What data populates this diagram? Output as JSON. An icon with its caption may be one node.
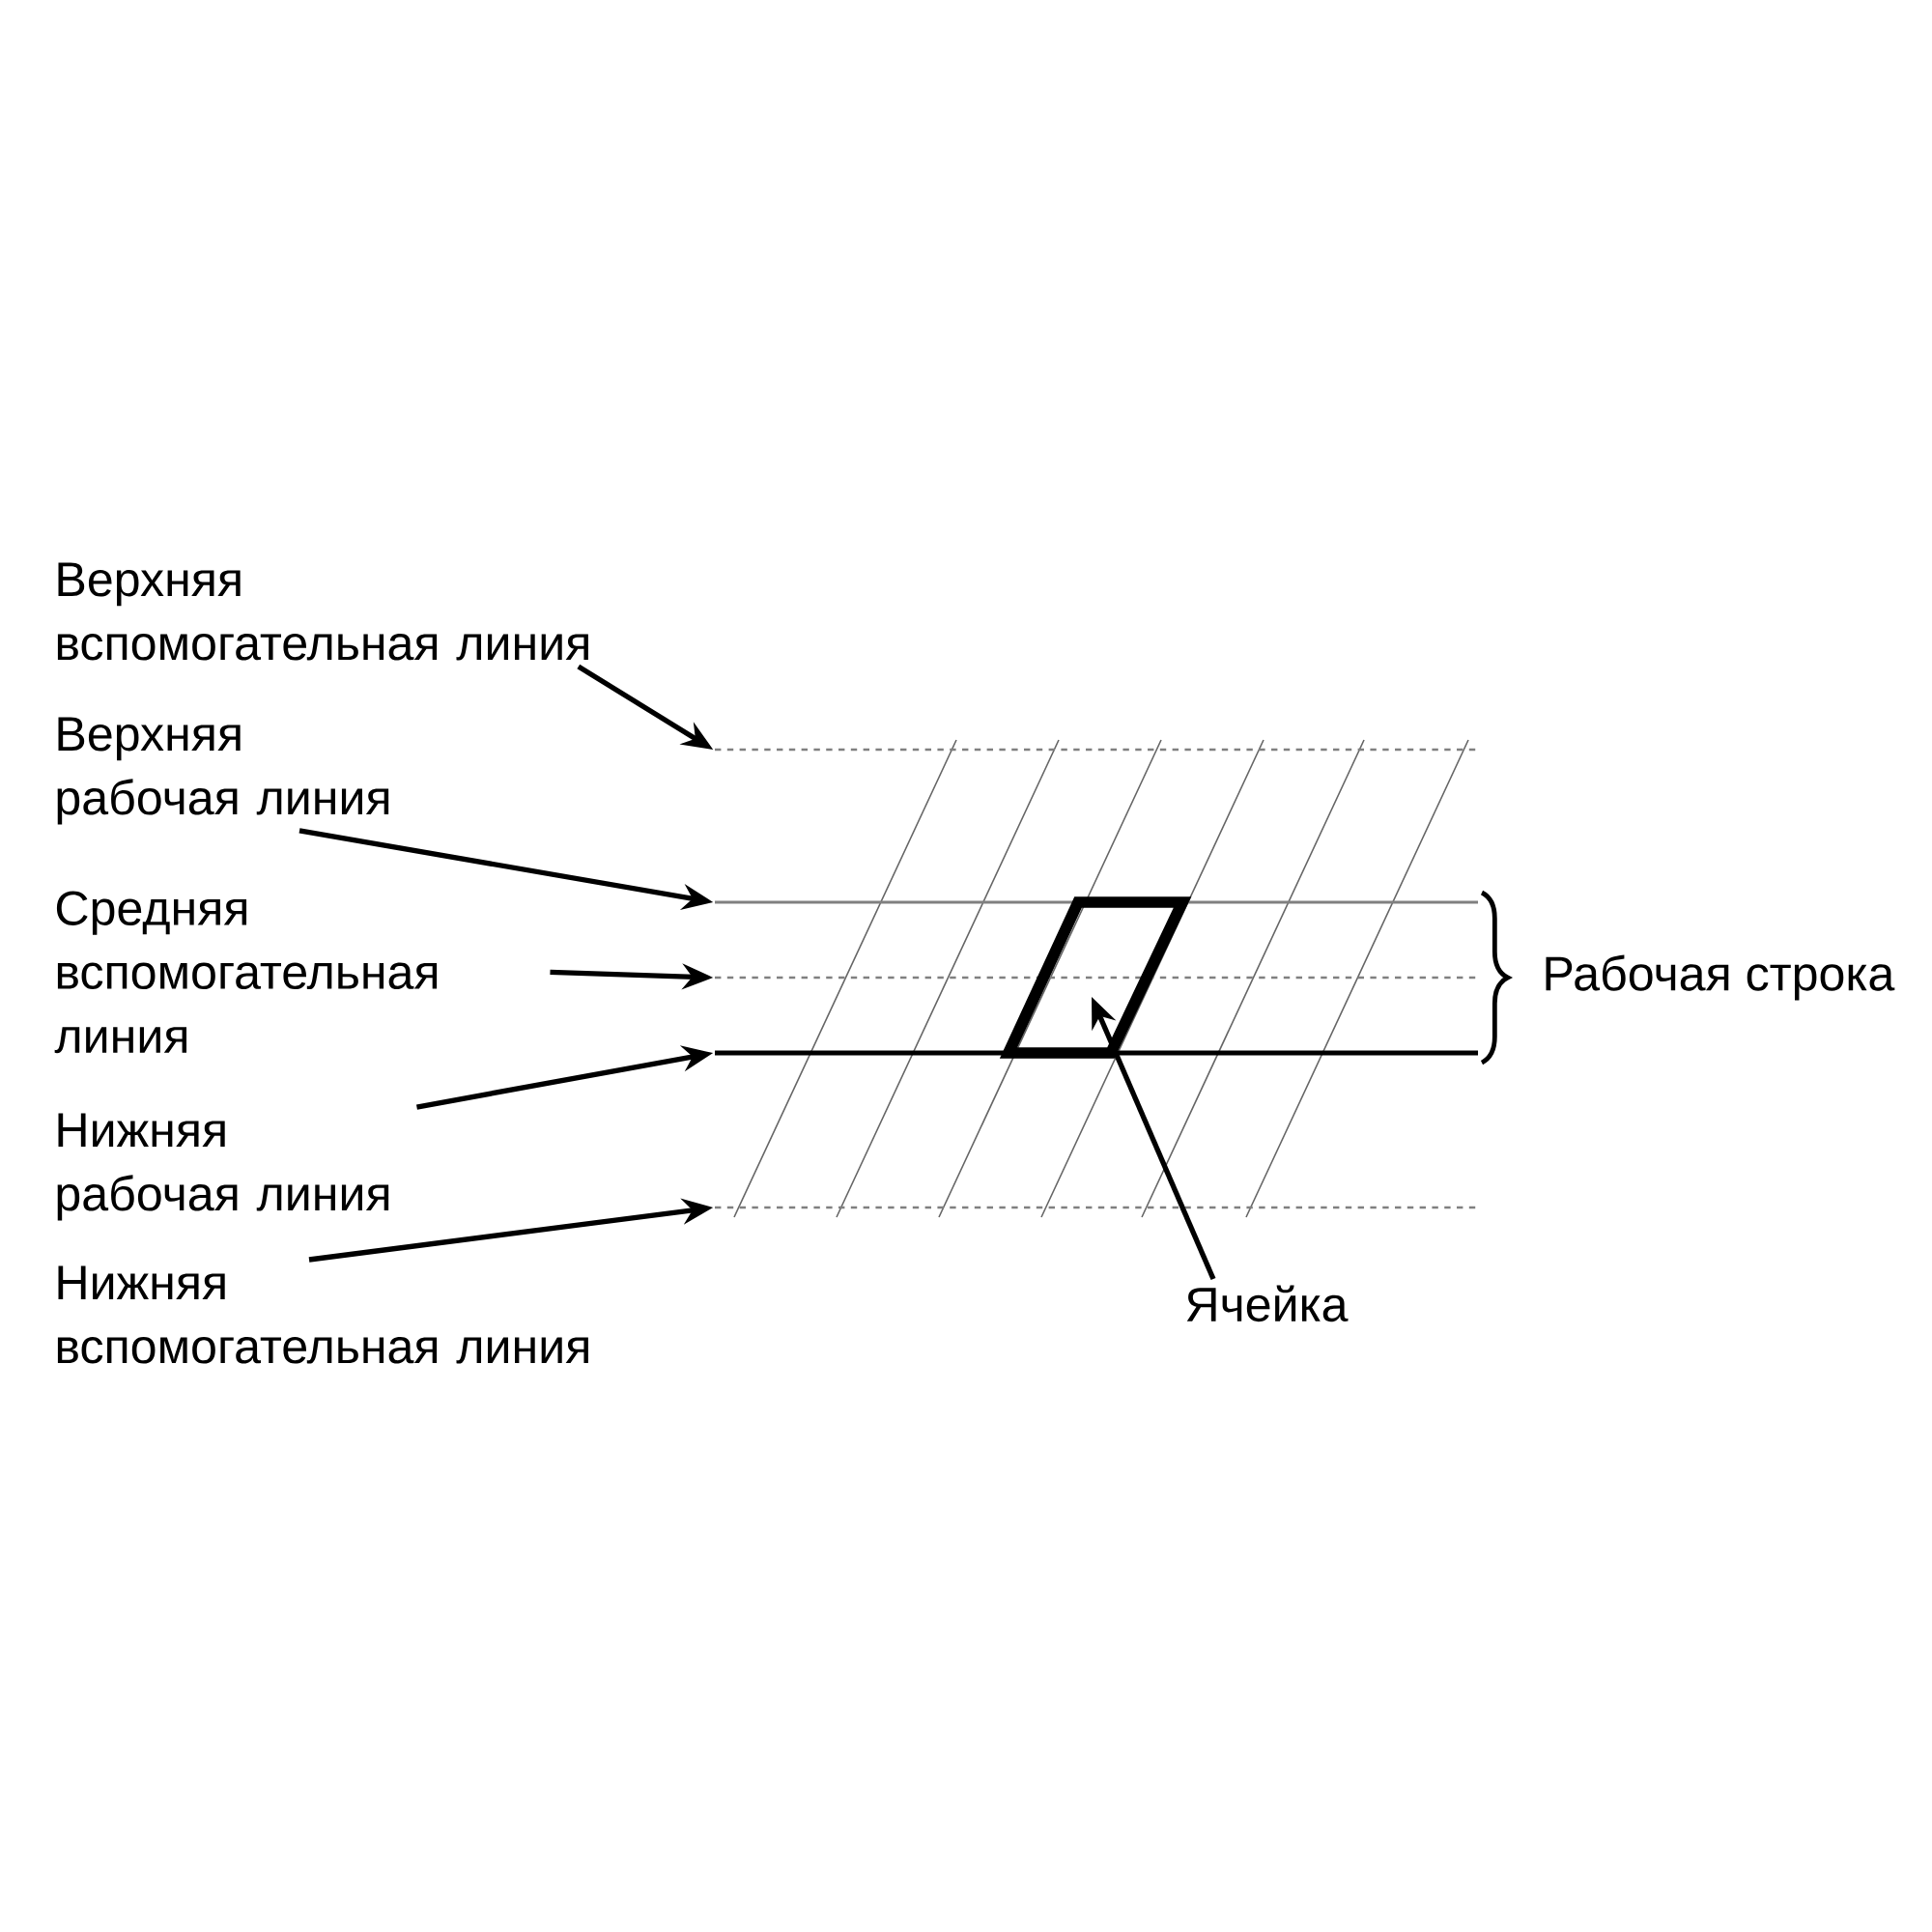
{
  "diagram": {
    "nodes": [
      {
        "text": [
          "Верхняя вспомогательная линия"
        ]
      },
      {
        "text": [
          "Верхняя рабочая линия"
        ]
      },
      {
        "text": [
          "Средняя вспомогательная линия"
        ]
      },
      {
        "text": [
          "Нижняя рабочая линия"
        ]
      },
      {
        "text": [
          "Нижняя вспомогательная линия"
        ]
      },
      {
        "text": [],
        "shape": "line"
      },
      {
        "text": [],
        "shape": "line"
      },
      {
        "text": [],
        "shape": "line"
      },
      {
        "text": [],
        "shape": "line"
      },
      {
        "text": [],
        "shape": "line"
      },
      {
        "text": [],
        "shape": "parallelogram"
      },
      {
        "text": [
          "Ячейка"
        ]
      }
    ],
    "edges": [
      {
        "from": 0,
        "to": 5,
        "arrow": "to"
      },
      {
        "from": 1,
        "to": 6,
        "arrow": "to"
      },
      {
        "from": 2,
        "to": 7,
        "arrow": "to"
      },
      {
        "from": 3,
        "to": 8,
        "arrow": "to"
      },
      {
        "from": 4,
        "to": 9,
        "arrow": "to"
      },
      {
        "from": 11,
        "to": 10,
        "arrow": "to"
      }
    ],
    "labels": [
      "Рабочая строка"
    ]
  }
}
